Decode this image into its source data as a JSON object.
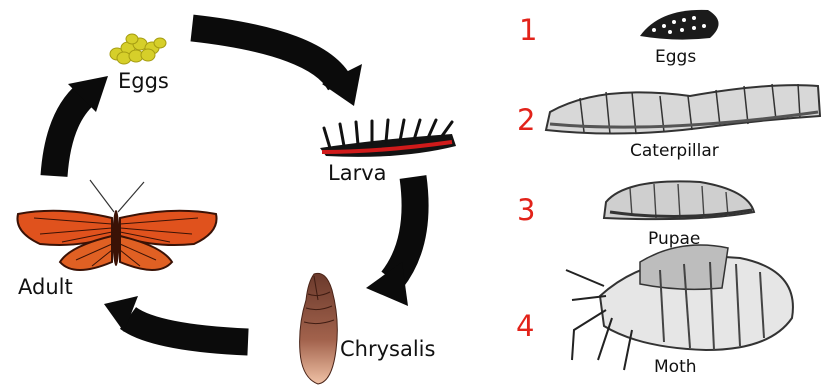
{
  "cycle": {
    "labels": {
      "eggs": "Eggs",
      "larva": "Larva",
      "chrysalis": "Chrysalis",
      "adult": "Adult"
    }
  },
  "stages": [
    {
      "number": "1",
      "name": "Eggs"
    },
    {
      "number": "2",
      "name": "Caterpillar"
    },
    {
      "number": "3",
      "name": "Pupae"
    },
    {
      "number": "4",
      "name": "Moth"
    }
  ],
  "colors": {
    "arrow": "#0b0b0b",
    "egg": "#d6cf2a",
    "butterfly": "#e0521d",
    "vein": "#3a1206",
    "chrysalis": "#9a5a45",
    "numbers": "#e2231a"
  }
}
